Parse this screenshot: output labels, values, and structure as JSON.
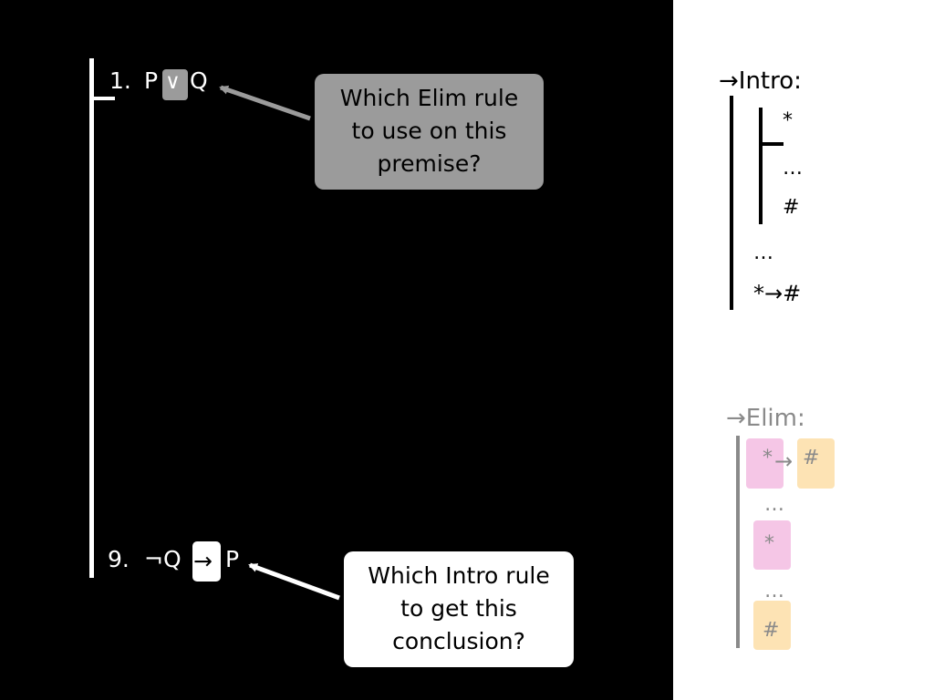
{
  "proof": {
    "line1_num": "1.",
    "line1_left": "P",
    "line1_op": "∨",
    "line1_right": "Q",
    "line9_num": "9.",
    "line9_left": "¬Q",
    "line9_op": "→",
    "line9_right": "P"
  },
  "callouts": {
    "elim": [
      "Which Elim rule",
      "to use on this",
      "premise?"
    ],
    "intro": [
      "Which Intro rule",
      "to get this",
      "conclusion?"
    ]
  },
  "intro_rule": {
    "title": "→Intro:",
    "assume": "*",
    "inner_dots": "…",
    "result": "#",
    "outer_dots": "…",
    "conclusion": "*→#"
  },
  "elim_rule": {
    "title": "→Elim:",
    "cond_a": "*",
    "cond_arrow": "→",
    "cond_b": "#",
    "dots1": "…",
    "premise": "*",
    "dots2": "…",
    "conclusion": "#"
  },
  "colors": {
    "background": "#000000",
    "panel": "#ffffff",
    "gray_callout": "#9b9b9b",
    "pink": "#f5c6e6",
    "orange": "#fde3b4",
    "gray_text": "#8a8a8a"
  }
}
